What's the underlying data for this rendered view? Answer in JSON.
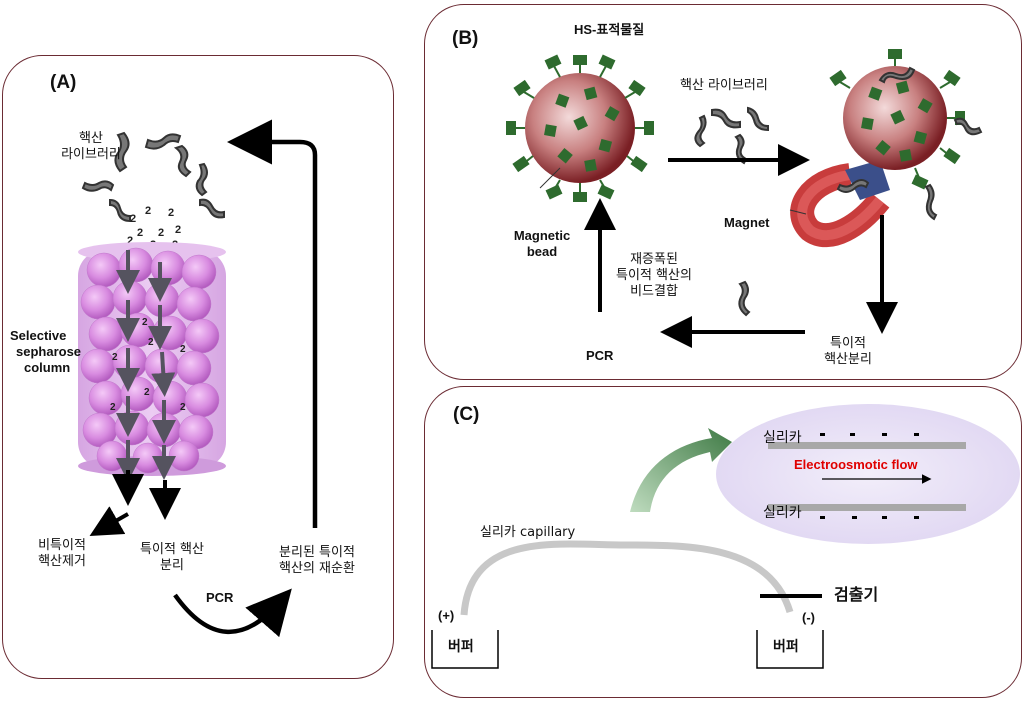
{
  "panelA": {
    "title": "(A)",
    "library": [
      "핵산",
      "라이브러리"
    ],
    "column": [
      "Selective",
      "sepharose",
      "column"
    ],
    "nonspecific": [
      "비특이적",
      "핵산제거"
    ],
    "specific": [
      "특이적 핵산",
      "분리"
    ],
    "recycle": [
      "분리된 특이적",
      "핵산의 재순환"
    ],
    "pcr": "PCR"
  },
  "panelB": {
    "title": "(B)",
    "target": "HS-표적물질",
    "library": "핵산 라이브러리",
    "magnetic_bead": [
      "Magnetic",
      "bead"
    ],
    "magnet": "Magnet",
    "rebind": [
      "재증폭된",
      "특이적 핵산의",
      "비드결합"
    ],
    "pcr": "PCR",
    "separation": [
      "특이적",
      "핵산분리"
    ]
  },
  "panelC": {
    "title": "(C)",
    "silica_top": "실리카",
    "silica_bottom": "실리카",
    "flow": "Electroosmotic flow",
    "capillary": "실리카 capillary",
    "plus": "(+)",
    "minus": "(-)",
    "detector": "검출기",
    "buffer_left": "버퍼",
    "buffer_right": "버퍼",
    "flow_color": "#e00000"
  }
}
